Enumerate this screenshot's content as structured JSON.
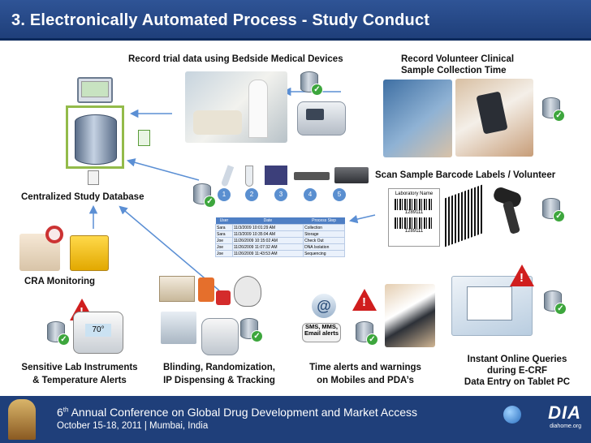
{
  "title": "3.  Electronically Automated Process  -  Study Conduct",
  "labels": {
    "record_trial": "Record trial data using Bedside Medical  Devices",
    "record_volunteer_1": "Record Volunteer Clinical",
    "record_volunteer_2": "Sample Collection Time",
    "scan": "Scan Sample Barcode Labels / Volunteer",
    "central_db": "Centralized  Study Database",
    "cra": "CRA  Monitoring",
    "sensitive_1": "Sensitive  Lab Instruments",
    "sensitive_2": "& Temperature  Alerts",
    "blinding_1": "Blinding, Randomization,",
    "blinding_2": "IP Dispensing  & Tracking",
    "time_1": "Time alerts and warnings",
    "time_2": "on Mobiles and PDA’s",
    "instant_1": "Instant Online Queries",
    "instant_2": "during E-CRF",
    "instant_3": "Data Entry on Tablet PC",
    "sms": "SMS, MMS,\nEmail alerts",
    "thermostat": "70°"
  },
  "workflow_steps": [
    "1",
    "2",
    "3",
    "4",
    "5"
  ],
  "sample_table": {
    "headers": [
      "User",
      "Date",
      "Process Step"
    ],
    "rows": [
      [
        "Sara",
        "11/3/2009 10:01:29 AM",
        "Collection"
      ],
      [
        "Sara",
        "11/3/2009 10:35:04 AM",
        "Storage"
      ],
      [
        "Joe",
        "11/26/2009 10:15:02 AM",
        "Check Out"
      ],
      [
        "Joe",
        "11/26/2009 11:07:32 AM",
        "DNA Isolation"
      ],
      [
        "Joe",
        "11/26/2009 11:43:53 AM",
        "Sequencing"
      ]
    ]
  },
  "barcode_labels": {
    "header": "Laboratory Name",
    "code1": "1289111",
    "code2": "1289111"
  },
  "footer": {
    "conf_prefix": "6",
    "conf_sup": "th",
    "conf_rest": " Annual Conference on Global Drug Development and Market Access",
    "dates": "October 15-18, 2011 | Mumbai, India",
    "logo": "DIA",
    "logo_sub": "diahome.org"
  },
  "colors": {
    "header": "#2f5496",
    "footer": "#1f3f7a",
    "arrow": "#5b8fd4",
    "check": "#3da63d",
    "warning": "#d01e1e"
  }
}
